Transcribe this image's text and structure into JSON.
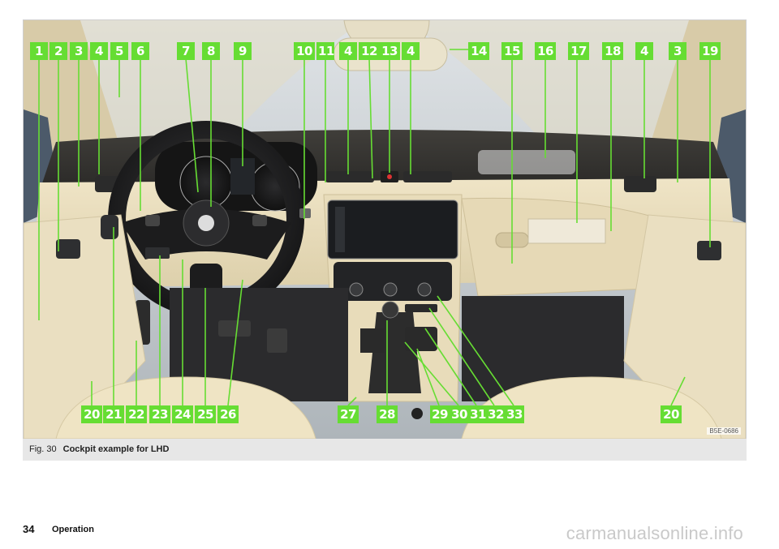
{
  "figure": {
    "number_label": "Fig. 30",
    "title": "Cockpit example for LHD",
    "image_code": "B5E-0686",
    "top_callouts": [
      "1",
      "2",
      "3",
      "4",
      "5",
      "6",
      "7",
      "8",
      "9",
      "10",
      "11",
      "4",
      "12",
      "13",
      "4",
      "14",
      "15",
      "16",
      "17",
      "18",
      "4",
      "3",
      "19"
    ],
    "bottom_callouts": [
      "20",
      "21",
      "22",
      "23",
      "24",
      "25",
      "26",
      "27",
      "28",
      "29",
      "30",
      "31",
      "32",
      "33",
      "20"
    ]
  },
  "page": {
    "number": "34",
    "section": "Operation"
  },
  "watermark": "carmanualsonline.info",
  "colors": {
    "callout_green": "#66dd33",
    "dashboard_beige": "#e9dcbb",
    "trim_dark": "#2e2f31"
  }
}
